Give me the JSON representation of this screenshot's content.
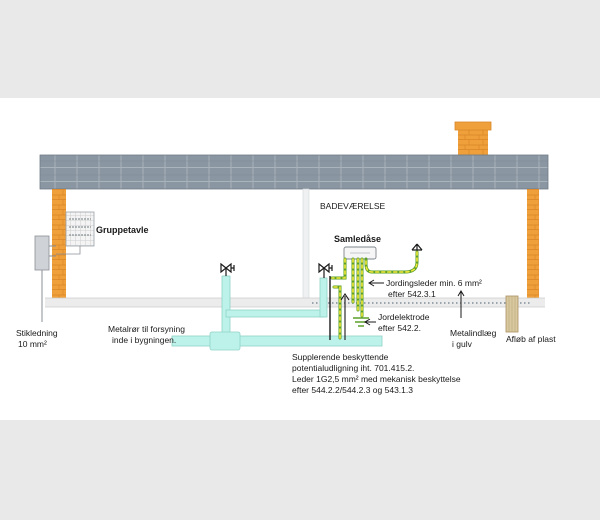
{
  "diagram": {
    "labels": {
      "room": "BADEVÆRELSE",
      "group_panel": "Gruppetavle",
      "junction_box": "Samledåse",
      "service_cable_line1": "Stikledning",
      "service_cable_line2": "10 mm²",
      "metal_pipe_line1": "Metalrør til forsyning",
      "metal_pipe_line2": "inde i bygningen.",
      "earth_conductor_line1": "Jordingsleder min. 6 mm²",
      "earth_conductor_line2": "efter 542.3.1",
      "earth_electrode_line1": "Jordelektrode",
      "earth_electrode_line2": "efter 542.2.",
      "floor_metal_line1": "Metalindlæg",
      "floor_metal_line2": "i gulv",
      "drain": "Afløb af plast",
      "note_line1": "Supplerende beskyttende",
      "note_line2": "potentialudligning iht. 701.415.2.",
      "note_line3": "Leder 1G2,5 mm² med mekanisk beskyttelse",
      "note_line4": "efter 544.2.2/544.2.3 og 543.1.3"
    },
    "colors": {
      "background": "#e9e9e9",
      "panel": "#ffffff",
      "roof": "#8c98a3",
      "wall": "#f0a03a",
      "pipe": "#bdf2ea",
      "earth_green": "#5aa02a",
      "earth_yellow": "#f2e83a"
    }
  }
}
